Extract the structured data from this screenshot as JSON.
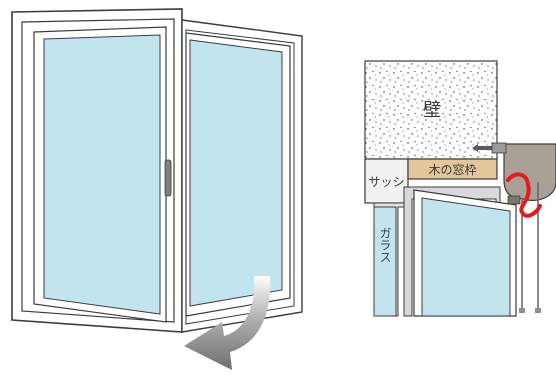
{
  "labels": {
    "wall": "壁",
    "wood_frame": "木の窓枠",
    "sash": "サッシ",
    "glass": "ガラス"
  },
  "colors": {
    "glass": "#c2e4ef",
    "frame_stroke": "#3c3c3c",
    "wall_fill": "#ffffff",
    "wood_frame": "#e3c79a",
    "sash_fill": "#f1f1f1",
    "gray_frame": "#d9d9d9",
    "bracket": "#a9a196",
    "red_wire": "#e21b1b",
    "arrow_gray": "#8a8a8a"
  },
  "icons": {
    "opening_arrow": "curved-arrow-down-left-icon",
    "handle": "window-handle-icon",
    "screw": "screw-icon"
  }
}
